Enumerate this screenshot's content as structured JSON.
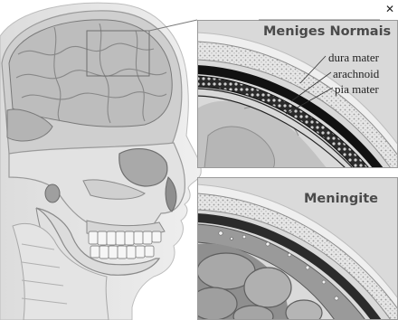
{
  "window": {
    "close_glyph": "✕"
  },
  "panels": {
    "normal": {
      "title": "Meniges Normais",
      "labels": [
        "dura mater",
        "arachnoid",
        "pia mater"
      ]
    },
    "inflamed": {
      "title": "Meningite"
    }
  },
  "colors": {
    "bone": "#d8d8d8",
    "brain": "#c9c9c9",
    "dura": "#111111",
    "inflamed_layer": "#9a9a9a"
  }
}
